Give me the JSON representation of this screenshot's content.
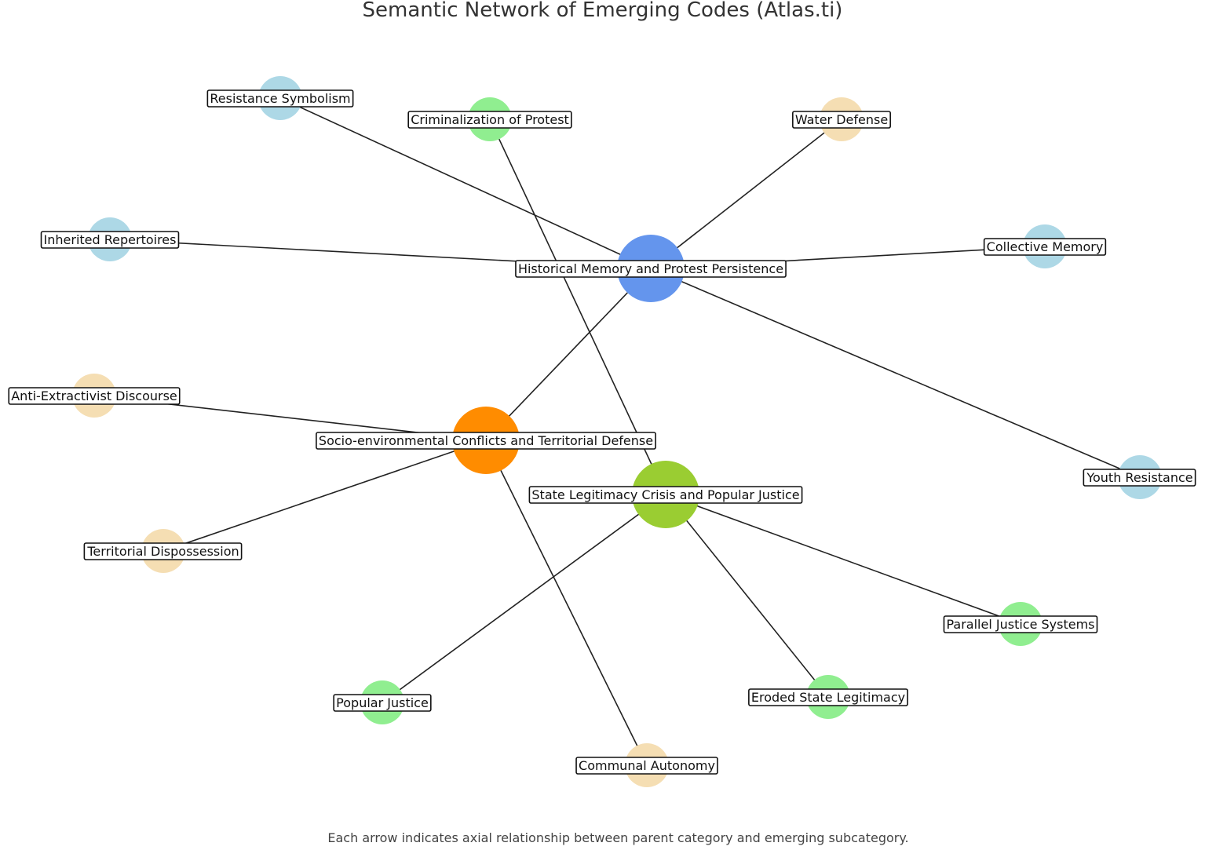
{
  "title": "Semantic Network of Emerging Codes (Atlas.ti)",
  "caption": "Each arrow indicates axial relationship between parent category and emerging subcategory.",
  "colors": {
    "memory_core": "#6495ED",
    "conflict_core": "#FF8C00",
    "legitimacy_core": "#9ACD32",
    "memory_sub": "#ADD8E6",
    "conflict_sub": "#F5DEB3",
    "legitimacy_sub": "#90EE90",
    "edge": "#222222",
    "label_border": "#111111"
  },
  "nodes": [
    {
      "id": "memory",
      "label": "Historical Memory and Protest Persistence",
      "role": "core",
      "group": "memory"
    },
    {
      "id": "conflict",
      "label": "Socio-environmental Conflicts and Territorial Defense",
      "role": "core",
      "group": "conflict"
    },
    {
      "id": "legitimacy",
      "label": "State Legitimacy Crisis and Popular Justice",
      "role": "core",
      "group": "legitimacy"
    },
    {
      "id": "resistance_symbolism",
      "label": "Resistance Symbolism",
      "role": "sub",
      "group": "memory"
    },
    {
      "id": "criminalization",
      "label": "Criminalization of Protest",
      "role": "sub",
      "group": "legitimacy"
    },
    {
      "id": "water_defense",
      "label": "Water Defense",
      "role": "sub",
      "group": "conflict"
    },
    {
      "id": "inherited_repertoires",
      "label": "Inherited Repertoires",
      "role": "sub",
      "group": "memory"
    },
    {
      "id": "collective_memory",
      "label": "Collective Memory",
      "role": "sub",
      "group": "memory"
    },
    {
      "id": "anti_extractivist",
      "label": "Anti-Extractivist Discourse",
      "role": "sub",
      "group": "conflict"
    },
    {
      "id": "youth_resistance",
      "label": "Youth Resistance",
      "role": "sub",
      "group": "memory"
    },
    {
      "id": "territorial_dispossession",
      "label": "Territorial Dispossession",
      "role": "sub",
      "group": "conflict"
    },
    {
      "id": "parallel_justice",
      "label": "Parallel Justice Systems",
      "role": "sub",
      "group": "legitimacy"
    },
    {
      "id": "popular_justice",
      "label": "Popular Justice",
      "role": "sub",
      "group": "legitimacy"
    },
    {
      "id": "eroded_legitimacy",
      "label": "Eroded State Legitimacy",
      "role": "sub",
      "group": "legitimacy"
    },
    {
      "id": "communal_autonomy",
      "label": "Communal Autonomy",
      "role": "sub",
      "group": "conflict"
    }
  ],
  "edges": [
    {
      "from": "memory",
      "to": "resistance_symbolism"
    },
    {
      "from": "memory",
      "to": "water_defense"
    },
    {
      "from": "memory",
      "to": "inherited_repertoires"
    },
    {
      "from": "memory",
      "to": "collective_memory"
    },
    {
      "from": "memory",
      "to": "youth_resistance"
    },
    {
      "from": "memory",
      "to": "conflict"
    },
    {
      "from": "conflict",
      "to": "anti_extractivist"
    },
    {
      "from": "conflict",
      "to": "territorial_dispossession"
    },
    {
      "from": "conflict",
      "to": "communal_autonomy"
    },
    {
      "from": "legitimacy",
      "to": "criminalization"
    },
    {
      "from": "legitimacy",
      "to": "parallel_justice"
    },
    {
      "from": "legitimacy",
      "to": "popular_justice"
    },
    {
      "from": "legitimacy",
      "to": "eroded_legitimacy"
    }
  ]
}
